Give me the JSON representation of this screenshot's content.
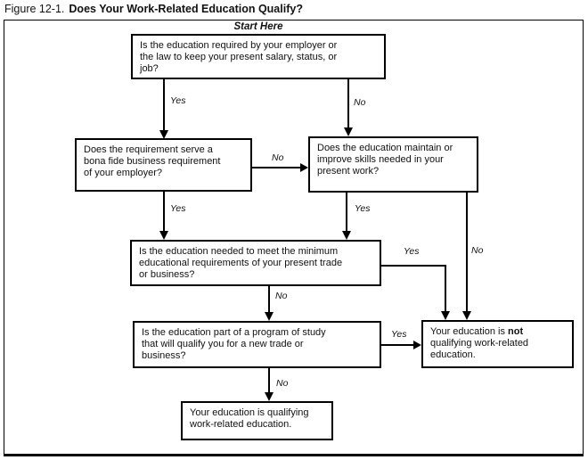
{
  "figure": {
    "label": "Figure 12-1.",
    "title": "Does Your Work-Related Education Qualify?"
  },
  "flowchart": {
    "start_label": "Start Here",
    "nodes": {
      "q1": {
        "lines": [
          "Is the education required by your employer or",
          "the law to keep your present salary, status, or",
          "job?"
        ]
      },
      "q2a": {
        "lines": [
          "Does the requirement serve a",
          "bona fide business requirement",
          "of your employer?"
        ]
      },
      "q2b": {
        "lines": [
          "Does the education maintain or",
          "improve skills needed in your",
          "present work?"
        ]
      },
      "q3": {
        "lines": [
          "Is the education needed to meet the minimum",
          "educational requirements of your present trade",
          "or business?"
        ]
      },
      "q4": {
        "lines": [
          "Is the education part of a program of study",
          "that will qualify you for a new trade or",
          "business?"
        ]
      },
      "not_qualifying": {
        "line1_pre": "Your education is ",
        "line1_bold": "not",
        "line2": "qualifying work-related",
        "line3": "education."
      },
      "qualifying": {
        "lines": [
          "Your education is qualifying",
          "work-related education."
        ]
      }
    },
    "edges": {
      "q1_to_q2a": "Yes",
      "q1_to_q2b": "No",
      "q2a_to_q2b": "No",
      "q2a_to_q3": "Yes",
      "q2b_to_q3": "Yes",
      "q2b_to_not_qualifying": "No",
      "q3_to_not_qualifying": "Yes",
      "q3_to_q4": "No",
      "q4_to_not_qualifying": "Yes",
      "q4_to_qualifying": "No"
    }
  },
  "colors": {
    "line": "#000000",
    "text": "#111111",
    "background": "#ffffff"
  }
}
